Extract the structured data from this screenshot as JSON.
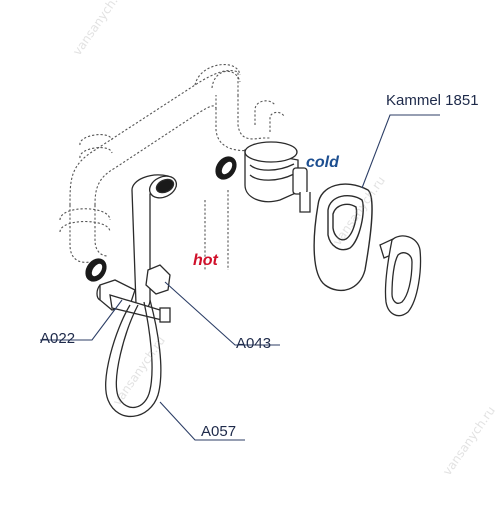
{
  "labels": {
    "kammel": "Kammel 1851",
    "a022": "A022",
    "a043": "A043",
    "a057": "A057",
    "hot": "hot",
    "cold": "cold"
  },
  "watermark": "vansanych.ru",
  "colors": {
    "line": "#2b2b2b",
    "pipe_dash": "#555555",
    "callout": "#2c3e66",
    "hot": "#d0102a",
    "cold": "#1d4f91"
  }
}
